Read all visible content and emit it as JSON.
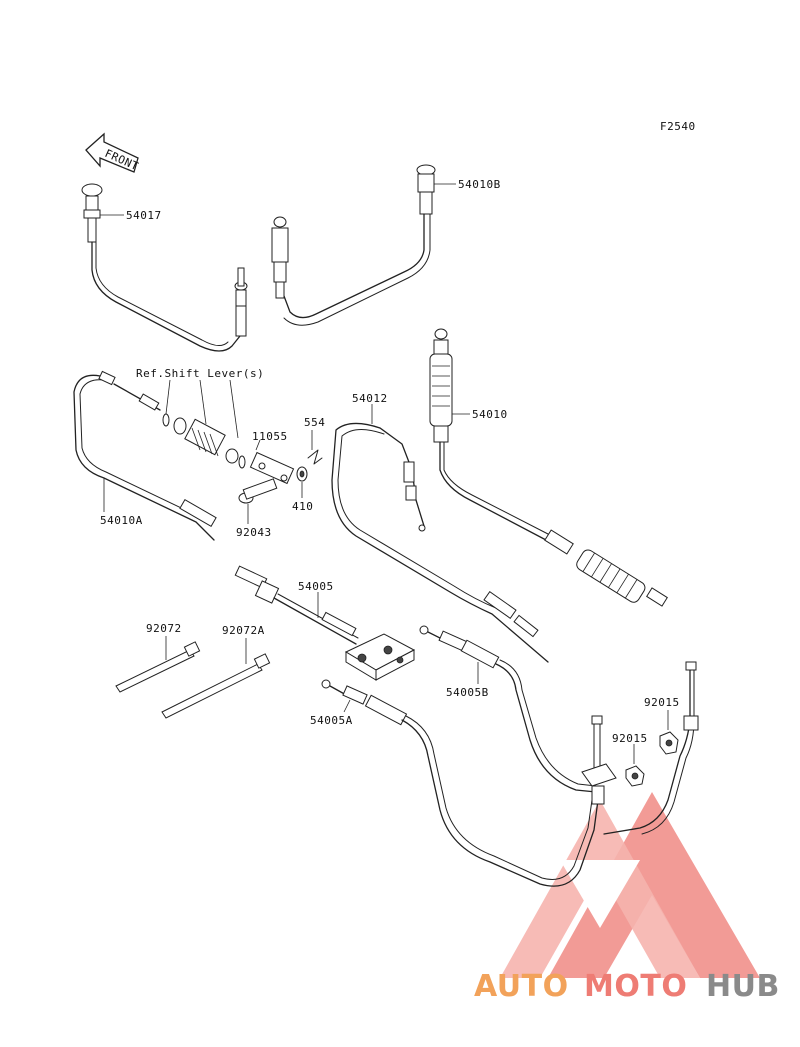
{
  "figure_code": "F2540",
  "front_label": "FRONT",
  "ref_label": "Ref.Shift Lever(s)",
  "parts": {
    "p54017": "54017",
    "p54010B": "54010B",
    "p54010A": "54010A",
    "p11055": "11055",
    "p554": "554",
    "p410": "410",
    "p92043": "92043",
    "p54012": "54012",
    "p54010": "54010",
    "p54005": "54005",
    "p92072": "92072",
    "p92072A": "92072A",
    "p54005B": "54005B",
    "p54005A": "54005A",
    "p92015a": "92015",
    "p92015b": "92015"
  },
  "watermark": {
    "part1": "AUTO",
    "part2": "MOTO",
    "part3": "HUB",
    "color_orange": "#f2a25a",
    "color_red": "#ee7c74",
    "color_gray": "#8a8a8a"
  }
}
